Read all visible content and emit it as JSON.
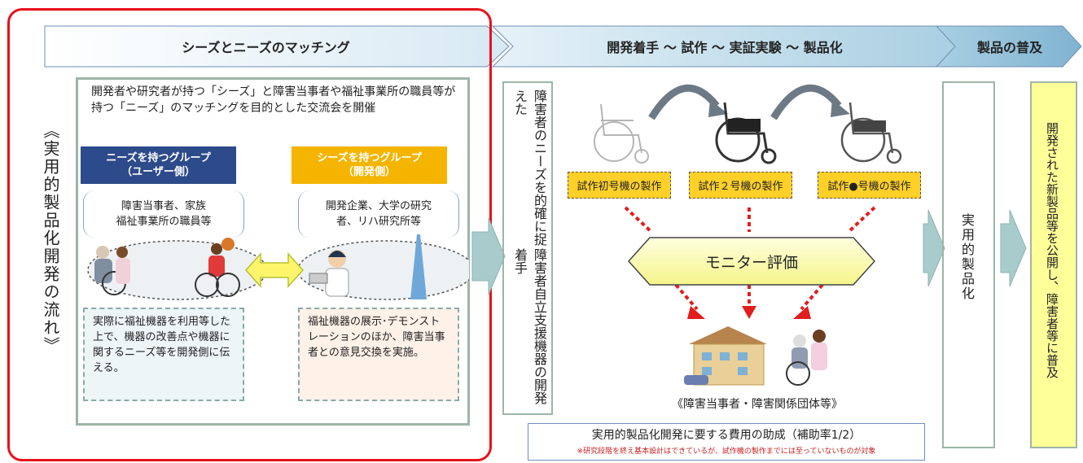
{
  "header": {
    "stage1": "シーズとニーズのマッチング",
    "stage2": "開発着手 〜 試作 〜 実証実験 〜 製品化",
    "stage3": "製品の普及"
  },
  "left_vertical": "《実用的製品化開発の流れ》",
  "matching": {
    "description": "開発者や研究者が持つ「シーズ」と障害当事者や福祉事業所の職員等が持つ「ニーズ」のマッチングを目的とした交流会を開催",
    "needs_group": {
      "title_line1": "ニーズを持つグループ",
      "title_line2": "（ユーザー側）",
      "members_line1": "障害当事者、家族",
      "members_line2": "福祉事業所の職員等",
      "role": "実際に福祉機器を利用等した上で、機器の改善点や機器に関するニーズ等を開発側に伝える。"
    },
    "seeds_group": {
      "title_line1": "シーズを持つグループ",
      "title_line2": "（開発側）",
      "members_line1": "開発企業、大学の研究",
      "members_line2": "者、リハ研究所等",
      "role": "福祉機器の展示･デモンストレーションのほか、障害当事者との意見交換を実施。"
    }
  },
  "dev_start": {
    "col1": "障害者のニーズを的確に捉えた",
    "col2": "障害者自立支援機器の開発着手"
  },
  "prototypes": [
    "試作初号機の製作",
    "試作２号機の製作",
    "試作●号機の製作"
  ],
  "monitor": "モニター評価",
  "groups_caption": "《障害当事者・障害関係団体等》",
  "subsidy": {
    "title": "実用的製品化開発に要する費用の助成（補助率1/2）",
    "note": "※研究段階を終え基本設計はできているが、試作機の製作までには至っていないものが対象"
  },
  "productization": "実用的製品化",
  "spread": "開発された新製品等を公開し、障害者等に普及",
  "colors": {
    "highlight_red": "#e8101c",
    "needs_blue": "#2d4a8a",
    "seeds_orange": "#f4b400",
    "panel_border": "#7f9f8f",
    "arrow_teal": "#9fc3c3",
    "proto_yellow": "#ffd028",
    "spread_yellow": "#ffff99"
  }
}
